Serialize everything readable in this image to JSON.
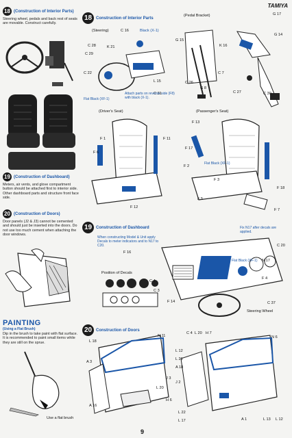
{
  "header": {
    "brand": "TAMIYA"
  },
  "page_number": "9",
  "left_column": {
    "s18": {
      "num": "18",
      "title": "(Construction of Interior Parts)",
      "body": "Steering wheel, pedals and back rest of seats are movable. Construct carefully."
    },
    "s19": {
      "num": "19",
      "title": "(Construction of Dashboard)",
      "body": "Meters, air vents, and glove compartment button should be attached first to interior side. Other dashboard parts and structure front face side."
    },
    "s20": {
      "num": "20",
      "title": "(Construction of Doors)",
      "body": "Door panels (J2 & J3) cannot be cemented and should just be inserted into the doors. Do not use too much cement when attaching the door windows."
    },
    "painting": {
      "title": "PAINTING",
      "subtitle": "(Using a Flat Brush)",
      "body": "Dip in the brush to take paint with flat surface. It is recommended to paint small items while they are still on the sprue.",
      "caption": "Use a flat brush"
    }
  },
  "right_column": {
    "s18": {
      "num": "18",
      "title": "Construction of Interior Parts",
      "pedal_bracket": "(Pedal Bracket)",
      "steering": "(Steering)",
      "drivers_seat": "(Driver's Seat)",
      "passengers_seat": "(Passenger's Seat)",
      "dash_note": "Attach parts on reverse side (F8) with black (X-1).",
      "flat_black": "Flat Black (XF-1)",
      "black_note": "Black (X-1)",
      "labels": [
        "C 16",
        "C 28",
        "K 21",
        "C 29",
        "C 22",
        "L 15",
        "C 31",
        "G 15",
        "C 26",
        "G 8",
        "C 7",
        "C 27",
        "C 30",
        "G 14",
        "K 16",
        "G 17",
        "F 13",
        "F 1",
        "F 6",
        "F 12",
        "F 11",
        "F 17",
        "F 2",
        "F 3",
        "F 5",
        "F 7",
        "F 18"
      ]
    },
    "s19": {
      "num": "19",
      "title": "Construction of Dashboard",
      "note_left": "When constructing Model & Unit apply Decals to meter indicators and to N17 to C20.",
      "note_right": "Fix N17 after decals are applied.",
      "flat_black": "Flat Black (XF-1)",
      "decals": "Position of Decals",
      "steering_wheel": "Steering Wheel",
      "labels": [
        "F 16",
        "C 4",
        "C 3",
        "F 14",
        "C 20",
        "N 17",
        "F 4",
        "C 37"
      ]
    },
    "s20": {
      "num": "20",
      "title": "Construction of Doors",
      "labels": [
        "L 18",
        "N 11",
        "A 3",
        "J 3",
        "L 20",
        "H 6",
        "A 16",
        "L 22",
        "L 17",
        "C 4",
        "L 20",
        "H 7",
        "L 12",
        "L 21",
        "A 18",
        "J 2",
        "N 6",
        "A 1",
        "L 13",
        "L 12"
      ]
    }
  }
}
